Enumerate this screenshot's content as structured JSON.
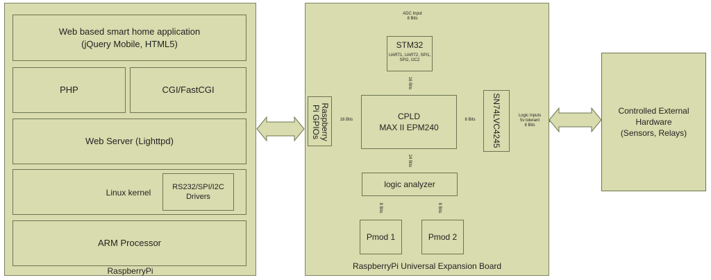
{
  "raspberry_pi": {
    "caption": "RaspberryPi",
    "web_app": [
      "Web based smart home application",
      "(jQuery Mobile, HTML5)"
    ],
    "php": "PHP",
    "cgi": "CGI/FastCGI",
    "web_server": "Web Server (Lighttpd)",
    "linux_kernel": "Linux kernel",
    "drivers": "RS232/SPI/I2C Drivers",
    "arm": "ARM Processor"
  },
  "expansion_board": {
    "caption": "RaspberryPi Universal Expansion Board",
    "adc_input": [
      "ADC Input",
      "8 Bits"
    ],
    "stm32_title": "STM32",
    "stm32_sub": [
      "UART1, UART2, SPI1,",
      "SPI2, I2C2"
    ],
    "bits_16_vertical": "16 Bits",
    "gpios": [
      "Raspberry",
      "Pi GPIOs"
    ],
    "bits_16_horizontal": "16 Bits",
    "cpld": [
      "CPLD",
      "MAX II EPM240"
    ],
    "bits_8_horizontal": "8 Bits",
    "sn74": "SN74LVC4245",
    "logic_inputs": [
      "Logic Inputs",
      "5v tolerant",
      "8 Bits"
    ],
    "bits_24": "24 Bits",
    "logic_analyzer": "logic analyzer",
    "bits_8_left": "8 Bits",
    "bits_8_right": "8 Bits",
    "pmod1": "Pmod 1",
    "pmod2": "Pmod 2"
  },
  "external": [
    "Controlled External",
    "Hardware",
    "(Sensors, Relays)"
  ],
  "colors": {
    "fill": "#d8dcae",
    "border": "#6d7450"
  }
}
